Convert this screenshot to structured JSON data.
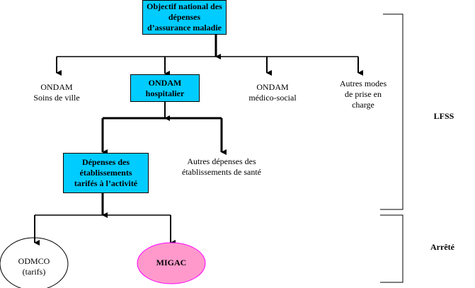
{
  "nodes": {
    "root": "Objectif national des dépenses d’assurance maladie",
    "ondam_ville": [
      "ONDAM",
      "Soins  de ville"
    ],
    "ondam_hosp": [
      "ONDAM",
      "hospitalier"
    ],
    "ondam_medico": [
      "ONDAM",
      "médico-social"
    ],
    "autres_modes": [
      "Autres modes",
      "de prise en",
      "charge"
    ],
    "depenses_t2a": [
      "Dépenses des",
      "établissements",
      "tarifés à l’activité"
    ],
    "autres_depenses": [
      "Autres dépenses des",
      "établissements de santé"
    ],
    "odmco": [
      "ODMCO",
      "(tarifs)"
    ],
    "migac": "MIGAC"
  },
  "brackets": {
    "lfss": "LFSS",
    "arrete": "Arrêté"
  },
  "colors": {
    "box": "#00CCFF",
    "migac_fill": "#FF99CC",
    "migac_stroke": "#FF00FF"
  }
}
